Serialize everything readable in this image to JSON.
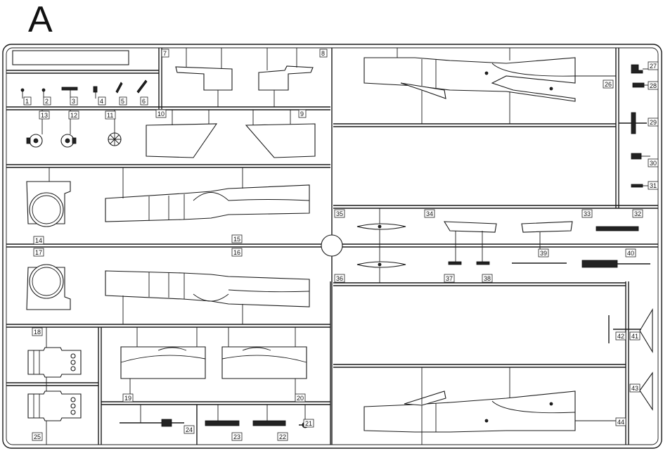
{
  "sheet": {
    "title": "A"
  },
  "part_numbers": [
    "1",
    "2",
    "3",
    "4",
    "5",
    "6",
    "7",
    "8",
    "9",
    "10",
    "11",
    "12",
    "13",
    "14",
    "15",
    "16",
    "17",
    "18",
    "19",
    "20",
    "21",
    "22",
    "23",
    "24",
    "25",
    "26",
    "27",
    "28",
    "29",
    "30",
    "31",
    "32",
    "33",
    "34",
    "35",
    "36",
    "37",
    "38",
    "39",
    "40",
    "41",
    "42",
    "43",
    "44"
  ],
  "colors": {
    "line": "#1a1a1a",
    "background": "#ffffff"
  }
}
